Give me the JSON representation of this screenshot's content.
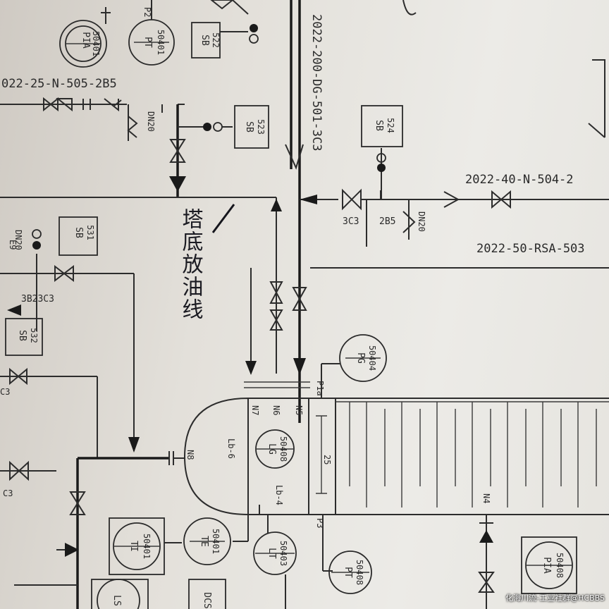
{
  "lines": {
    "top_left": "022-25-N-505-2B5",
    "vertical_dg": "2022-200-DG-501-3C3",
    "right_n": "2022-40-N-504-2",
    "right_rsa": "2022-50-RSA-503"
  },
  "instruments": {
    "pia_left": [
      "PIA",
      "50401"
    ],
    "pt_top": [
      "PT",
      "50401"
    ],
    "sb522": [
      "SB",
      "522"
    ],
    "sb523": [
      "SB",
      "523"
    ],
    "sb524": [
      "SB",
      "524"
    ],
    "sb531": [
      "SB",
      "531"
    ],
    "sb532": [
      "SB",
      "532"
    ],
    "pg50404": [
      "PG",
      "50404"
    ],
    "lg50408": [
      "LG",
      "50408"
    ],
    "ti50401": [
      "TI",
      "50401"
    ],
    "te50401": [
      "TE",
      "50401"
    ],
    "lt50403": [
      "LT",
      "50403"
    ],
    "pt50408": [
      "PT",
      "50408"
    ],
    "pia50408": [
      "PIA",
      "50408"
    ],
    "ls_bottom": "LS",
    "dcs_bottom": "DCS"
  },
  "small_labels": {
    "dn20_a": "DN20",
    "dn20_b": "DN20",
    "dn20_c": "DN20",
    "c3_a": "3C3",
    "b5_a": "2B5",
    "c3_b": "3C3",
    "p2": "P2",
    "mid_left": "3B23C3",
    "c3_left": "C3",
    "c3_left2": "C3",
    "f_left": "E9"
  },
  "nozzles": {
    "n5": "N5",
    "n6": "N6",
    "n7": "N7",
    "n8": "N8",
    "n4": "N4",
    "p1": "P1a",
    "p3": "P3",
    "lb6": "Lb-6",
    "lb4": "Lb-4",
    "n25": "25"
  },
  "handwriting": "塔底放油线",
  "watermark": "化海川流-工业社群@HCBBS"
}
